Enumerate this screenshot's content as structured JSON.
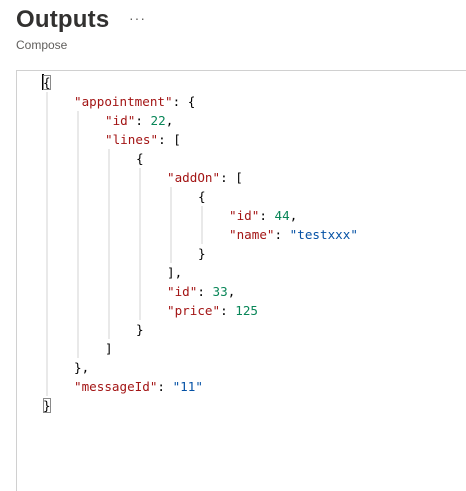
{
  "header": {
    "title": "Outputs",
    "more_label": "···",
    "subtitle": "Compose"
  },
  "editor": {
    "lines": [
      {
        "indent": 0,
        "tokens": [
          {
            "t": "{",
            "c": "p",
            "bracket": true
          }
        ]
      },
      {
        "indent": 1,
        "tokens": [
          {
            "t": "\"appointment\"",
            "c": "key"
          },
          {
            "t": ": {",
            "c": "p"
          }
        ]
      },
      {
        "indent": 2,
        "tokens": [
          {
            "t": "\"id\"",
            "c": "key"
          },
          {
            "t": ": ",
            "c": "p"
          },
          {
            "t": "22",
            "c": "num"
          },
          {
            "t": ",",
            "c": "p"
          }
        ]
      },
      {
        "indent": 2,
        "tokens": [
          {
            "t": "\"lines\"",
            "c": "key"
          },
          {
            "t": ": [",
            "c": "p"
          }
        ]
      },
      {
        "indent": 3,
        "tokens": [
          {
            "t": "{",
            "c": "p"
          }
        ]
      },
      {
        "indent": 4,
        "tokens": [
          {
            "t": "\"addOn\"",
            "c": "key"
          },
          {
            "t": ": [",
            "c": "p"
          }
        ]
      },
      {
        "indent": 5,
        "tokens": [
          {
            "t": "{",
            "c": "p"
          }
        ]
      },
      {
        "indent": 6,
        "tokens": [
          {
            "t": "\"id\"",
            "c": "key"
          },
          {
            "t": ": ",
            "c": "p"
          },
          {
            "t": "44",
            "c": "num"
          },
          {
            "t": ",",
            "c": "p"
          }
        ]
      },
      {
        "indent": 6,
        "tokens": [
          {
            "t": "\"name\"",
            "c": "key"
          },
          {
            "t": ": ",
            "c": "p"
          },
          {
            "t": "\"testxxx\"",
            "c": "str"
          }
        ]
      },
      {
        "indent": 5,
        "tokens": [
          {
            "t": "}",
            "c": "p"
          }
        ]
      },
      {
        "indent": 4,
        "tokens": [
          {
            "t": "],",
            "c": "p"
          }
        ]
      },
      {
        "indent": 4,
        "tokens": [
          {
            "t": "\"id\"",
            "c": "key"
          },
          {
            "t": ": ",
            "c": "p"
          },
          {
            "t": "33",
            "c": "num"
          },
          {
            "t": ",",
            "c": "p"
          }
        ]
      },
      {
        "indent": 4,
        "tokens": [
          {
            "t": "\"price\"",
            "c": "key"
          },
          {
            "t": ": ",
            "c": "p"
          },
          {
            "t": "125",
            "c": "num"
          }
        ]
      },
      {
        "indent": 3,
        "tokens": [
          {
            "t": "}",
            "c": "p"
          }
        ]
      },
      {
        "indent": 2,
        "tokens": [
          {
            "t": "]",
            "c": "p"
          }
        ]
      },
      {
        "indent": 1,
        "tokens": [
          {
            "t": "},",
            "c": "p"
          }
        ]
      },
      {
        "indent": 1,
        "tokens": [
          {
            "t": "\"messageId\"",
            "c": "key"
          },
          {
            "t": ": ",
            "c": "p"
          },
          {
            "t": "\"11\"",
            "c": "str"
          }
        ]
      },
      {
        "indent": 0,
        "tokens": [
          {
            "t": "}",
            "c": "p",
            "bracket": true
          }
        ]
      }
    ],
    "colors": {
      "key": "#a31515",
      "number": "#098658",
      "string": "#0451a5",
      "guide": "#d3d3d3"
    }
  }
}
